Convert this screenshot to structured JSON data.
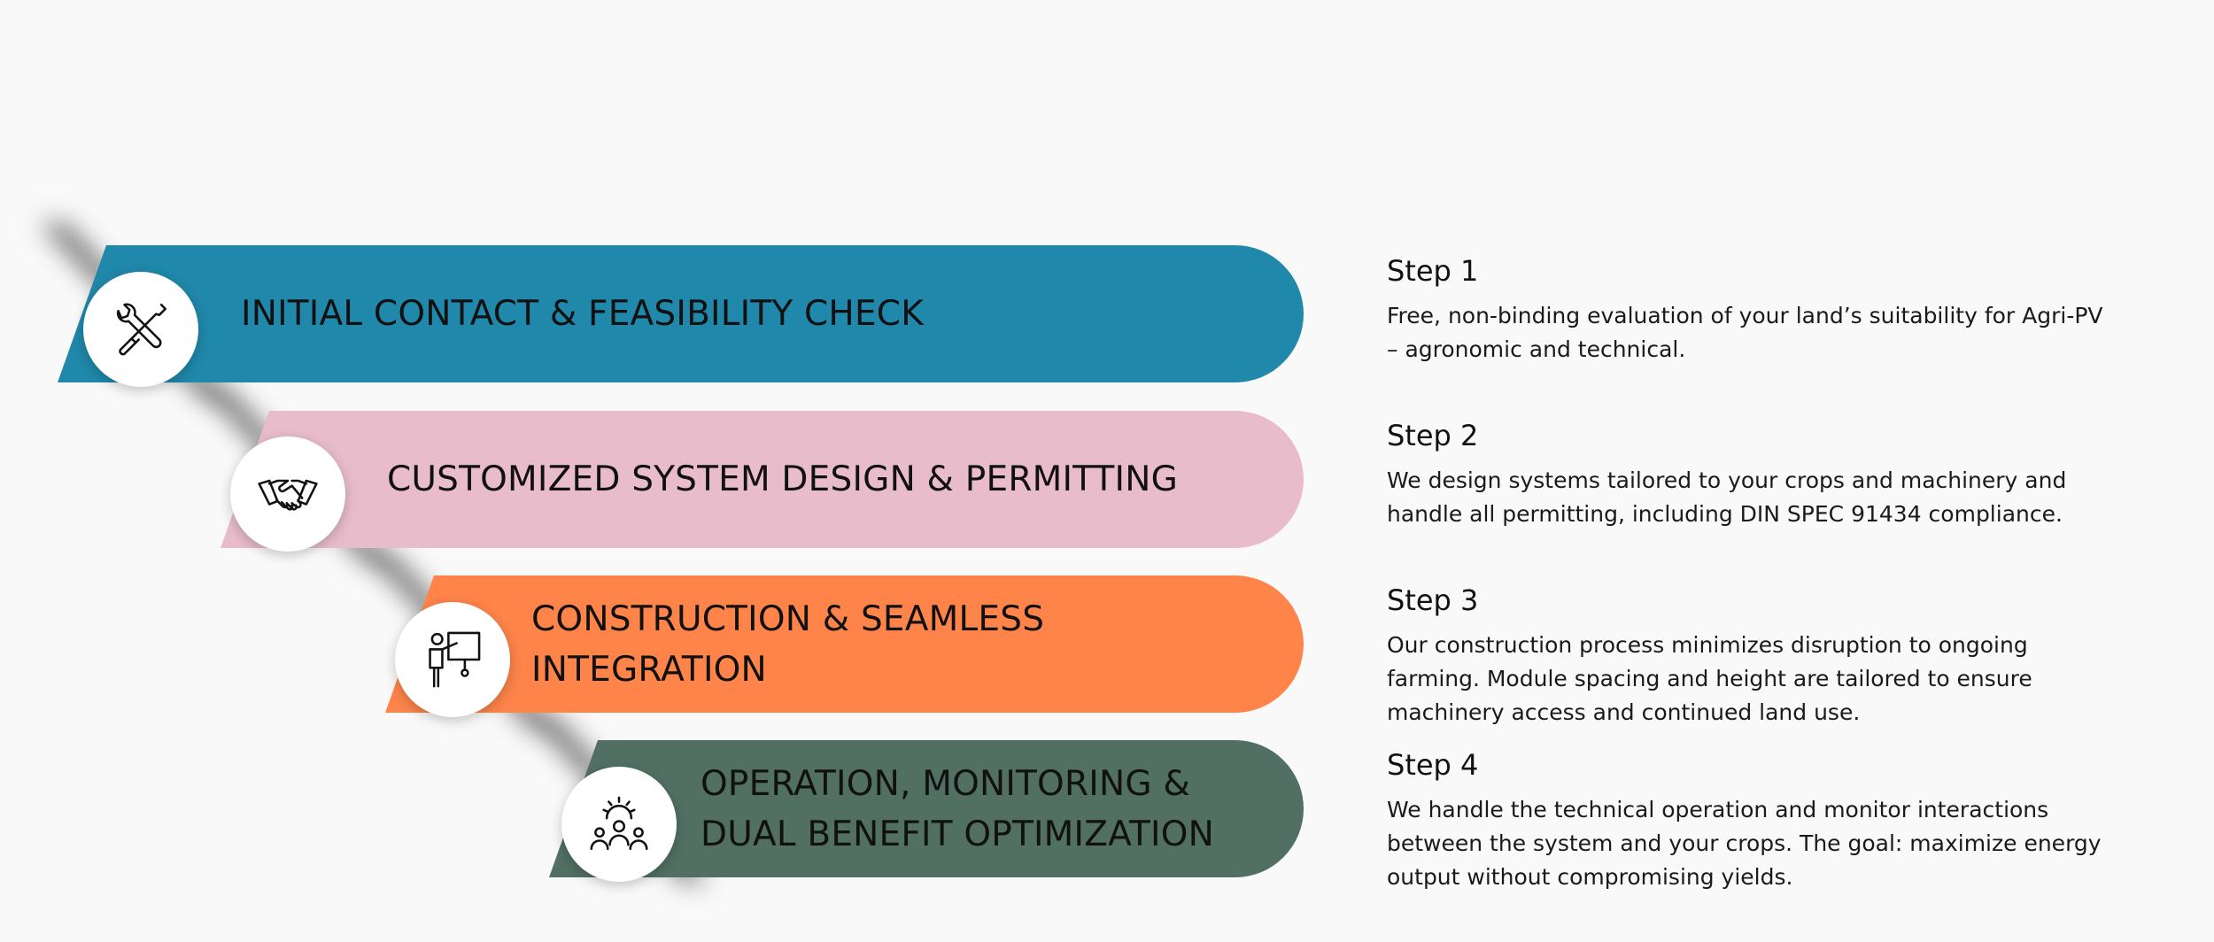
{
  "steps": [
    {
      "band_title": "INITIAL CONTACT & FEASIBILITY CHECK",
      "step_label": "Step 1",
      "description": "Free, non-binding evaluation of your land’s suitability for Agri-PV – agronomic and technical.",
      "color": "#2088aa",
      "icon": "tools-icon"
    },
    {
      "band_title": "CUSTOMIZED SYSTEM DESIGN & PERMITTING",
      "step_label": "Step 2",
      "description": "We design systems tailored to your crops and machinery and handle all permitting, including DIN SPEC 91434 compliance.",
      "color": "#e8bccb",
      "icon": "handshake-icon"
    },
    {
      "band_title": "CONSTRUCTION & SEAMLESS INTEGRATION",
      "step_label": "Step 3",
      "description": "Our construction process minimizes disruption to ongoing farming. Module spacing and height are tailored to ensure machinery access and continued land use.",
      "color": "#fe844a",
      "icon": "presenter-icon"
    },
    {
      "band_title": "OPERATION, MONITORING & DUAL BENEFIT OPTIMIZATION",
      "step_label": "Step 4",
      "description": "We handle the technical operation and monitor interactions between the system and your crops. The goal: maximize energy output without compromising yields.",
      "color": "#517063",
      "icon": "team-gear-icon"
    }
  ]
}
